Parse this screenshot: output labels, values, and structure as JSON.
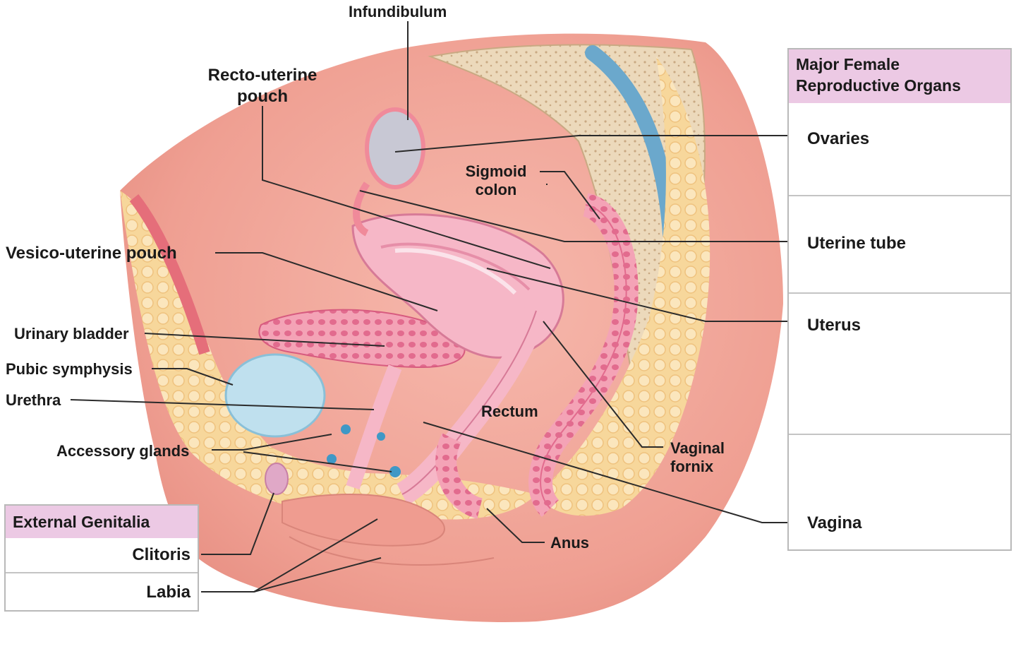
{
  "labels": {
    "infundibulum": "Infundibulum",
    "recto_uterine_line1": "Recto-uterine",
    "recto_uterine_line2": "pouch",
    "sigmoid_line1": "Sigmoid",
    "sigmoid_line2": "colon",
    "vesico_uterine": "Vesico-uterine pouch",
    "urinary_bladder": "Urinary bladder",
    "pubic_symphysis": "Pubic symphysis",
    "urethra": "Urethra",
    "accessory_glands": "Accessory glands",
    "rectum": "Rectum",
    "vaginal_fornix_line1": "Vaginal",
    "vaginal_fornix_line2": "fornix",
    "anus": "Anus"
  },
  "major_organs_box": {
    "title_line1": "Major Female",
    "title_line2": "Reproductive Organs",
    "items": [
      "Ovaries",
      "Uterine tube",
      "Uterus",
      "Vagina"
    ]
  },
  "external_box": {
    "title": "External Genitalia",
    "items": [
      "Clitoris",
      "Labia"
    ]
  },
  "colors": {
    "box_header": "#ecc9e4",
    "tissue_pink": "#f3a7a0",
    "fat_yellow": "#f8dca6",
    "bladder_blue": "#bfe0ee",
    "bone_tan": "#e9d6b8"
  }
}
